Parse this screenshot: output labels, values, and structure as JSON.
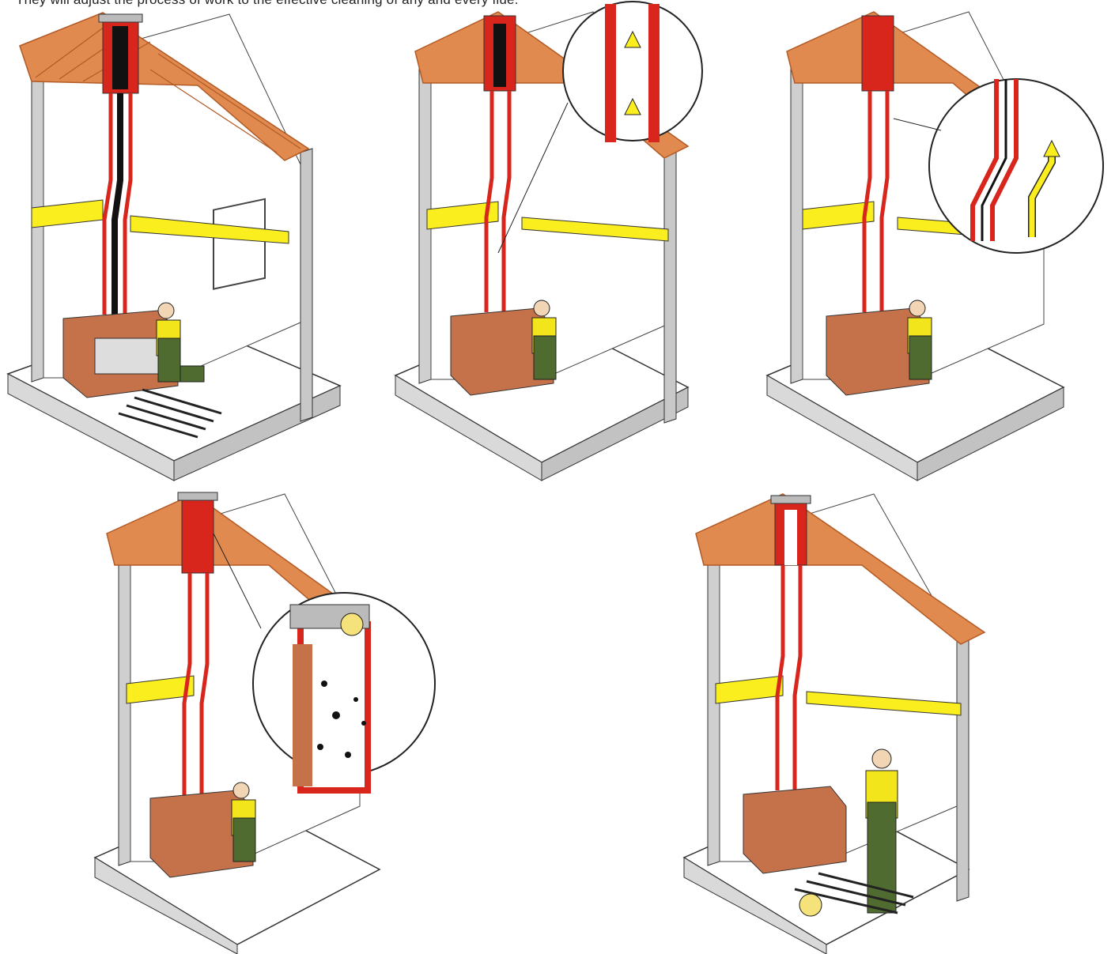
{
  "caption": "They will adjust the process of work to the effective cleaning of any and every flue.",
  "colors": {
    "roof": "#e08a50",
    "roof_shadow": "#c56a35",
    "wall": "#ffffff",
    "wall_shade": "#d7d7d7",
    "floor_edge": "#b5b5b5",
    "beam": "#fbee1e",
    "flue_red": "#d9261c",
    "brick": "#c5714a",
    "brick_light": "#f0c9a8",
    "coverall": "#4f6b2f",
    "shirt": "#f2e51b",
    "glove": "#e9762a",
    "soot": "#111111",
    "brush": "#f6e27a"
  },
  "panels": [
    {
      "step": 1,
      "icon": "chimney-sweep-kneeling-icon",
      "detail": "soot-filled-flue"
    },
    {
      "step": 2,
      "icon": "brush-rising-detail-icon",
      "detail": "upward-arrows-zoom"
    },
    {
      "step": 3,
      "icon": "flue-bend-detail-icon",
      "detail": "arrow-through-bend-zoom"
    },
    {
      "step": 4,
      "icon": "brush-exit-chimney-icon",
      "detail": "soot-expelled-zoom"
    },
    {
      "step": 5,
      "icon": "sweep-standing-done-icon",
      "detail": "clean-flue"
    }
  ]
}
